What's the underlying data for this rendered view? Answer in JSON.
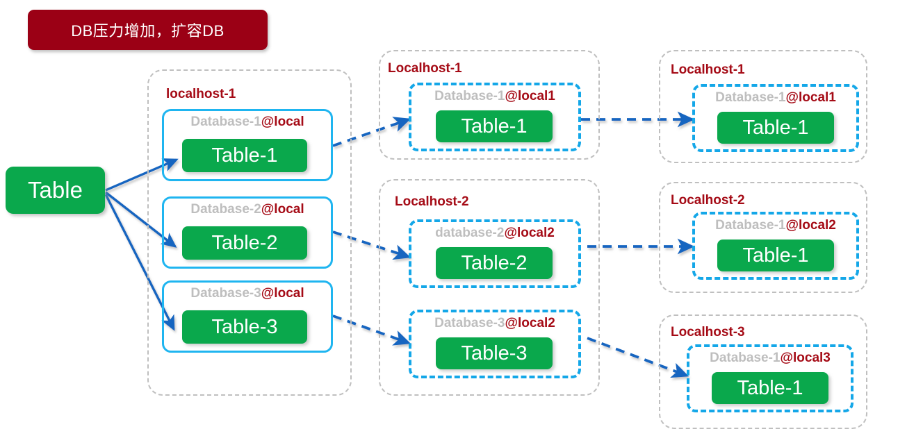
{
  "banner": {
    "text": "DB压力增加，扩容DB",
    "bg_color": "#9B0015",
    "text_color": "#FFFFFF"
  },
  "colors": {
    "table_green": "#0AA84C",
    "host_dash_gray": "#BFBFBF",
    "db_border_solid": "#1FB5F0",
    "db_border_dashed": "#14A7E8",
    "label_red": "#A50B16",
    "label_gray": "#BEBEBE",
    "arrow_blue": "#1565C0",
    "arrow_dashed_blue": "#1565C0"
  },
  "source": {
    "label": "Table"
  },
  "stages": [
    {
      "id": "stage-1",
      "hosts": [
        {
          "id": "stage1-localhost-1",
          "label": "localhost-1",
          "databases": [
            {
              "id": "s1-db1",
              "name": "Database-1",
              "suffix": "@local",
              "table": "Table-1",
              "border": "solid"
            },
            {
              "id": "s1-db2",
              "name": "Database-2",
              "suffix": "@local",
              "table": "Table-2",
              "border": "solid"
            },
            {
              "id": "s1-db3",
              "name": "Database-3",
              "suffix": "@local",
              "table": "Table-3",
              "border": "solid"
            }
          ]
        }
      ]
    },
    {
      "id": "stage-2",
      "hosts": [
        {
          "id": "stage2-localhost-1",
          "label": "Localhost-1",
          "databases": [
            {
              "id": "s2-db1",
              "name": "Database-1",
              "suffix": "@local1",
              "table": "Table-1",
              "border": "dashed"
            }
          ]
        },
        {
          "id": "stage2-localhost-2",
          "label": "Localhost-2",
          "databases": [
            {
              "id": "s2-db2",
              "name": "database-2",
              "suffix": "@local2",
              "table": "Table-2",
              "border": "dashed"
            },
            {
              "id": "s2-db3",
              "name": "Database-3",
              "suffix": "@local2",
              "table": "Table-3",
              "border": "dashed"
            }
          ]
        }
      ]
    },
    {
      "id": "stage-3",
      "hosts": [
        {
          "id": "stage3-localhost-1",
          "label": "Localhost-1",
          "databases": [
            {
              "id": "s3-db1",
              "name": "Database-1",
              "suffix": "@local1",
              "table": "Table-1",
              "border": "dashed"
            }
          ]
        },
        {
          "id": "stage3-localhost-2",
          "label": "Localhost-2",
          "databases": [
            {
              "id": "s3-db2",
              "name": "Database-1",
              "suffix": "@local2",
              "table": "Table-1",
              "border": "dashed"
            }
          ]
        },
        {
          "id": "stage3-localhost-3",
          "label": "Localhost-3",
          "databases": [
            {
              "id": "s3-db3",
              "name": "Database-1",
              "suffix": "@local3",
              "table": "Table-1",
              "border": "dashed"
            }
          ]
        }
      ]
    }
  ],
  "connections": [
    {
      "id": "c1",
      "from": "source",
      "to": "s1-db1",
      "style": "solid"
    },
    {
      "id": "c2",
      "from": "source",
      "to": "s1-db2",
      "style": "solid"
    },
    {
      "id": "c3",
      "from": "source",
      "to": "s1-db3",
      "style": "solid"
    },
    {
      "id": "c4",
      "from": "s1-db1",
      "to": "s2-db1",
      "style": "dashed"
    },
    {
      "id": "c5",
      "from": "s1-db2",
      "to": "s2-db2",
      "style": "dashed"
    },
    {
      "id": "c6",
      "from": "s1-db3",
      "to": "s2-db3",
      "style": "dashed"
    },
    {
      "id": "c7",
      "from": "s2-db1",
      "to": "s3-db1",
      "style": "dashed"
    },
    {
      "id": "c8",
      "from": "s2-db2",
      "to": "s3-db2",
      "style": "dashed"
    },
    {
      "id": "c9",
      "from": "s2-db3",
      "to": "s3-db3",
      "style": "dashed"
    }
  ]
}
